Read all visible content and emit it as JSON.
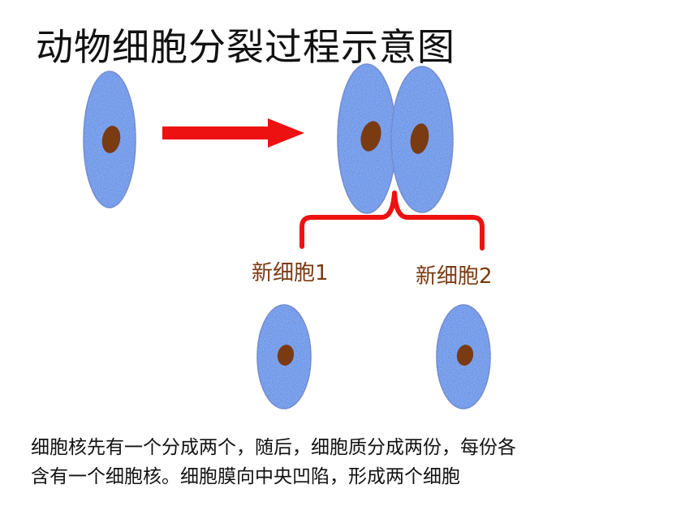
{
  "title": "动物细胞分裂过程示意图",
  "labels": {
    "new_cell_1": "新细胞1",
    "new_cell_2": "新细胞2"
  },
  "caption": {
    "line1": "细胞核先有一个分成两个，随后，细胞质分成两份，每份各",
    "line2": "含有一个细胞核。细胞膜向中央凹陷，形成两个细胞"
  },
  "colors": {
    "cytoplasm": "#2a7fe6",
    "cytoplasm_dark": "#1a5fc4",
    "nucleus": "#7a3a12",
    "arrow": "#ee1111",
    "bracket": "#ee1111",
    "label_text": "#7a3a12"
  }
}
